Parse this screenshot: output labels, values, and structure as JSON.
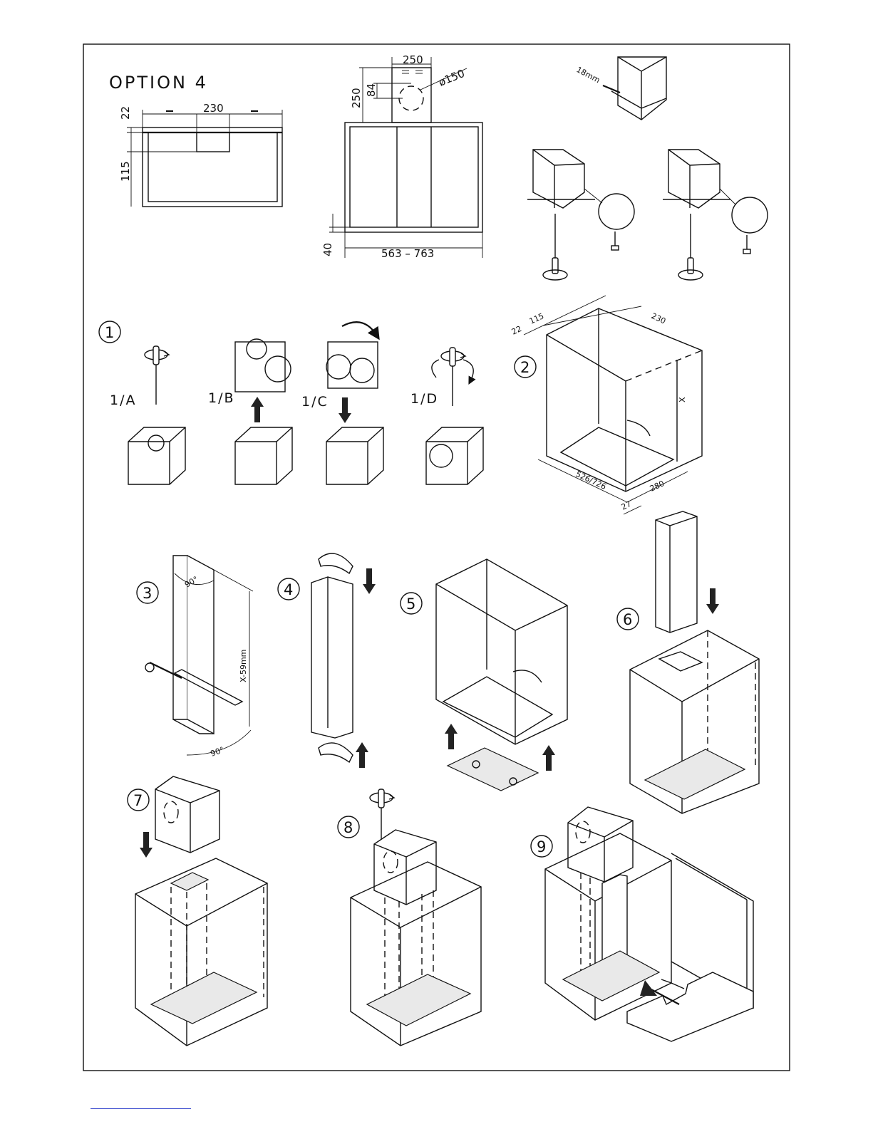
{
  "title": "OPTION  4",
  "top_dims": {
    "plan_width": "230",
    "plan_offset": "22",
    "plan_depth": "115",
    "duct_width": "250",
    "duct_height": "250",
    "duct_offset": "84",
    "duct_diameter": "ø150",
    "frame_width": "563  –  763",
    "frame_height": "40",
    "screw_length": "18mm"
  },
  "steps": [
    {
      "number": "1",
      "substeps": [
        "1/A",
        "1/B",
        "1/C",
        "1/D"
      ]
    },
    {
      "number": "2",
      "dims": {
        "a": "22",
        "b": "115",
        "c": "230",
        "x": "X",
        "w": "526/726",
        "d": "280",
        "e": "27"
      }
    },
    {
      "number": "3",
      "dims": {
        "angle_top": "90°",
        "angle_bottom": "90°",
        "length": "X-59mm"
      }
    },
    {
      "number": "4"
    },
    {
      "number": "5"
    },
    {
      "number": "6"
    },
    {
      "number": "7"
    },
    {
      "number": "8"
    },
    {
      "number": "9"
    }
  ]
}
